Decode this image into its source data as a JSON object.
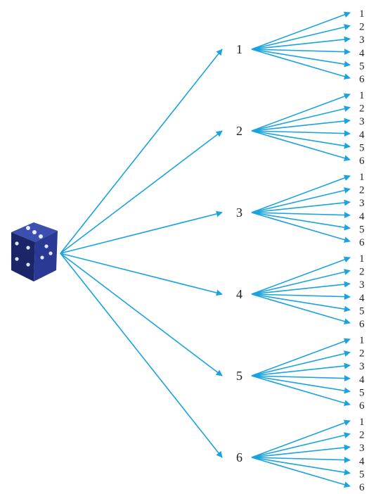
{
  "diagram": {
    "type": "tree-diagram",
    "root": {
      "icon": "die-icon"
    },
    "colors": {
      "arrow": "#1aa3df",
      "text": "#222222",
      "die": "#1e2a78"
    },
    "first_roll": [
      "1",
      "2",
      "3",
      "4",
      "5",
      "6"
    ],
    "second_roll": [
      "1",
      "2",
      "3",
      "4",
      "5",
      "6"
    ]
  }
}
